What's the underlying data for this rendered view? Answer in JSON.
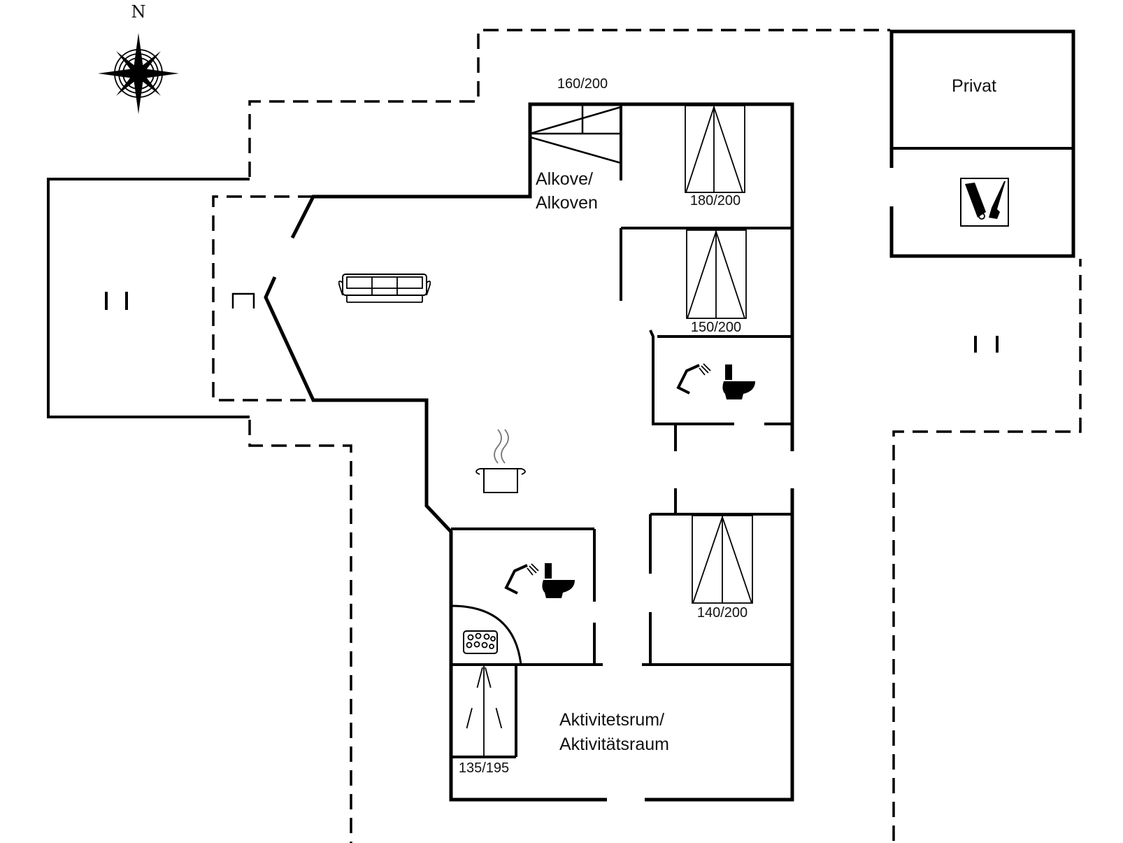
{
  "compass": {
    "north_label": "N"
  },
  "rooms": {
    "alkove_label_line1": "Alkove/",
    "alkove_label_line2": "Alkoven",
    "privat_label": "Privat",
    "activity_label_line1": "Aktivitetsrum/",
    "activity_label_line2": "Aktivitätsraum"
  },
  "beds": {
    "bed_alkove": "160/200",
    "bed_1": "180/200",
    "bed_2": "150/200",
    "bed_3": "140/200",
    "bed_bunk": "135/195"
  },
  "icons": [
    "compass-rose-icon",
    "sofa-icon",
    "cooking-pot-icon",
    "shower-icon",
    "toilet-icon",
    "sauna-heater-icon",
    "tools-icon",
    "door-icon",
    "stair-icon"
  ]
}
